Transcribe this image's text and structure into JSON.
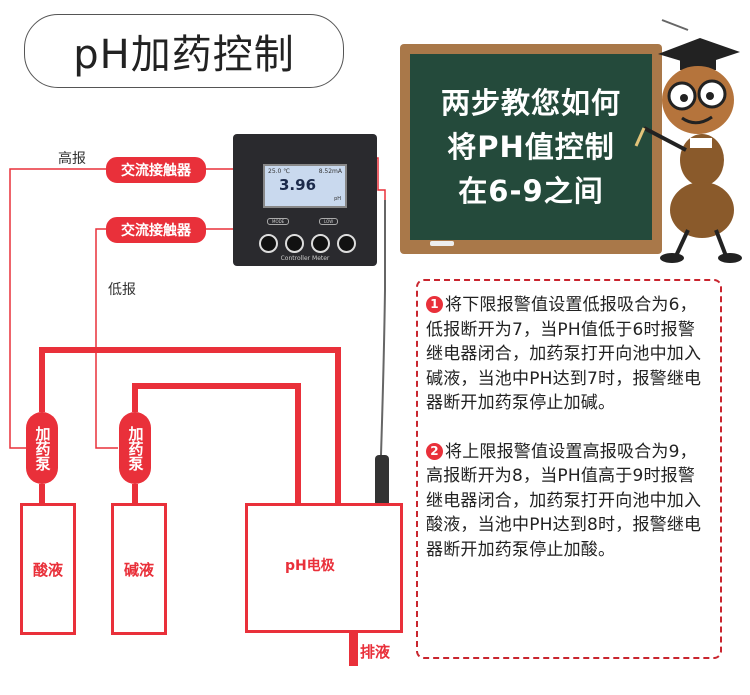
{
  "title": "pH加药控制",
  "board": {
    "lines": [
      "两步教您如何",
      "将PH值控制",
      "在6-9之间"
    ]
  },
  "meter": {
    "temp": "25.0 ℃",
    "current": "8.52mA",
    "value": "3.96",
    "unit": "pH",
    "tag_left": "MODE",
    "tag_right": "LOW",
    "caption": "Controller Meter"
  },
  "labels": {
    "high_alarm": "高报",
    "low_alarm": "低报",
    "contactor_top": "交流接触器",
    "contactor_bottom": "交流接触器",
    "pump_left": "加药泵",
    "pump_right": "加药泵",
    "acid_tank": "酸液",
    "base_tank": "碱液",
    "electrode": "pH电极",
    "drain": "排液"
  },
  "notes": {
    "step1_marker": "1",
    "step1": "将下限报警值设置低报吸合为6，低报断开为7，当PH值低于6时报警继电器闭合，加药泵打开向池中加入碱液，当池中PH达到7时，报警继电器断开加药泵停止加碱。",
    "step2_marker": "2",
    "step2": "将上限报警值设置高报吸合为9，高报断开为8，当PH值高于9时报警继电器闭合，加药泵打开向池中加入酸液，当池中PH达到8时，报警继电器断开加药泵停止加酸。"
  },
  "colors": {
    "accent_red": "#e9303a",
    "board_green": "#244a3b",
    "board_frame": "#a97849"
  }
}
